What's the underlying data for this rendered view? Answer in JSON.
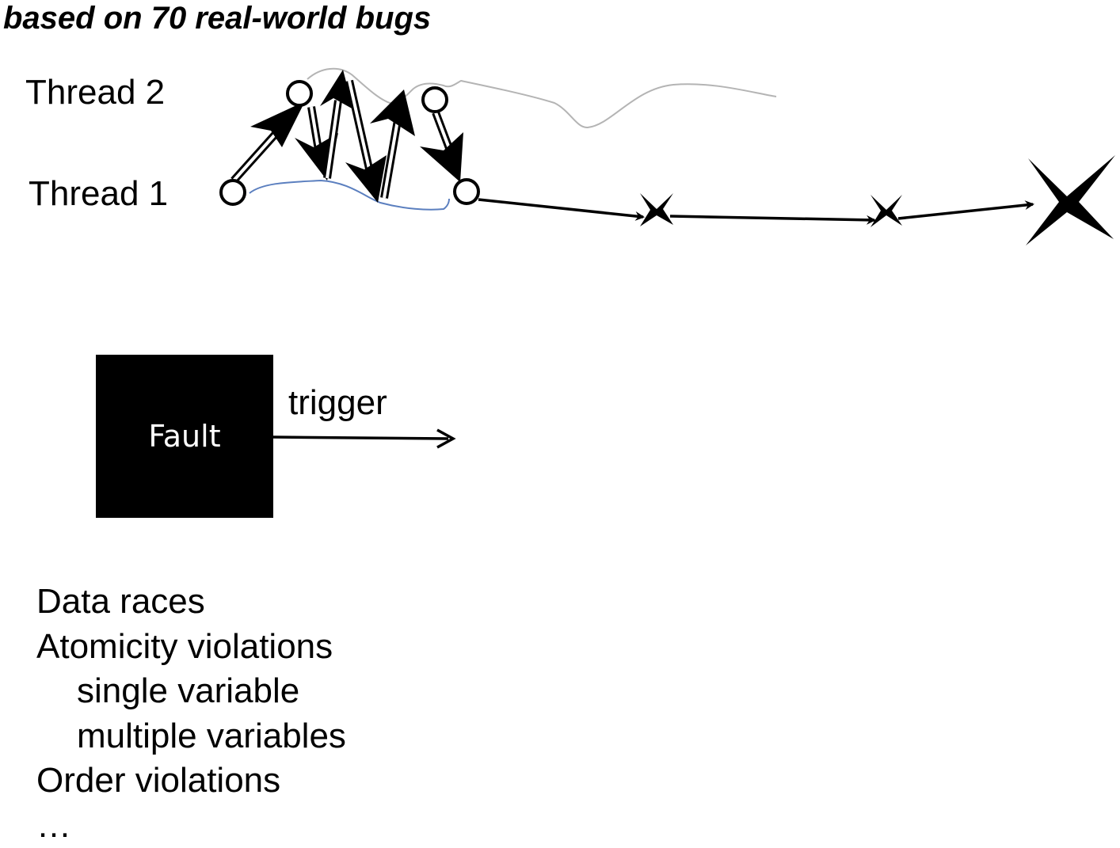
{
  "title": "based on 70 real-world bugs",
  "threads": {
    "thread2_label": "Thread 2",
    "thread1_label": "Thread 1"
  },
  "fault": {
    "label": "Fault",
    "trigger_label": "trigger"
  },
  "fault_types": [
    {
      "text": "Data races",
      "indent": false
    },
    {
      "text": "Atomicity violations",
      "indent": false
    },
    {
      "text": "single variable",
      "indent": true
    },
    {
      "text": "multiple variables",
      "indent": true
    },
    {
      "text": "Order violations",
      "indent": false
    },
    {
      "text": "…",
      "indent": false
    }
  ],
  "colors": {
    "thread2_squiggle": "#b4b4b4",
    "thread1_squiggle": "#5b7fbf",
    "ink": "#000000",
    "fault_box": "#000000",
    "fault_text": "#ffffff"
  }
}
